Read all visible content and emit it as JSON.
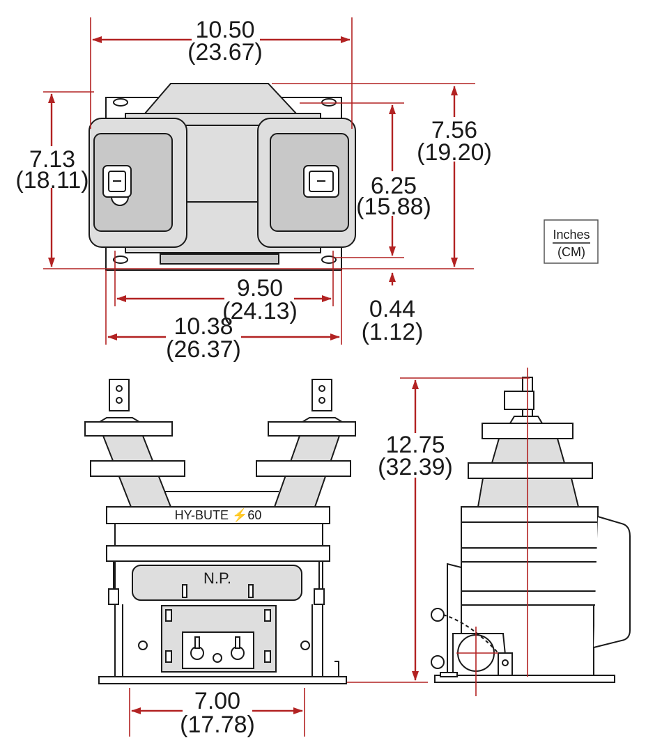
{
  "units_legend": {
    "top": "Inches",
    "bottom": "(CM)"
  },
  "labels": {
    "model": "HY-BUTE ⚡60",
    "nameplate": "N.P."
  },
  "dimensions": {
    "top_width": {
      "in": "10.50",
      "cm": "(23.67)"
    },
    "left_height": {
      "in": "7.13",
      "cm": "(18.11)"
    },
    "right_height": {
      "in": "7.56",
      "cm": "(19.20)"
    },
    "inner_height": {
      "in": "6.25",
      "cm": "(15.88)"
    },
    "mount_spacing": {
      "in": "9.50",
      "cm": "(24.13)"
    },
    "base_width": {
      "in": "10.38",
      "cm": "(26.37)"
    },
    "base_thickness": {
      "in": "0.44",
      "cm": "(1.12)"
    },
    "overall_height": {
      "in": "12.75",
      "cm": "(32.39)"
    },
    "bottom_spacing": {
      "in": "7.00",
      "cm": "(17.78)"
    }
  },
  "colors": {
    "dimension": "#b22222",
    "outline": "#1a1a1a"
  }
}
